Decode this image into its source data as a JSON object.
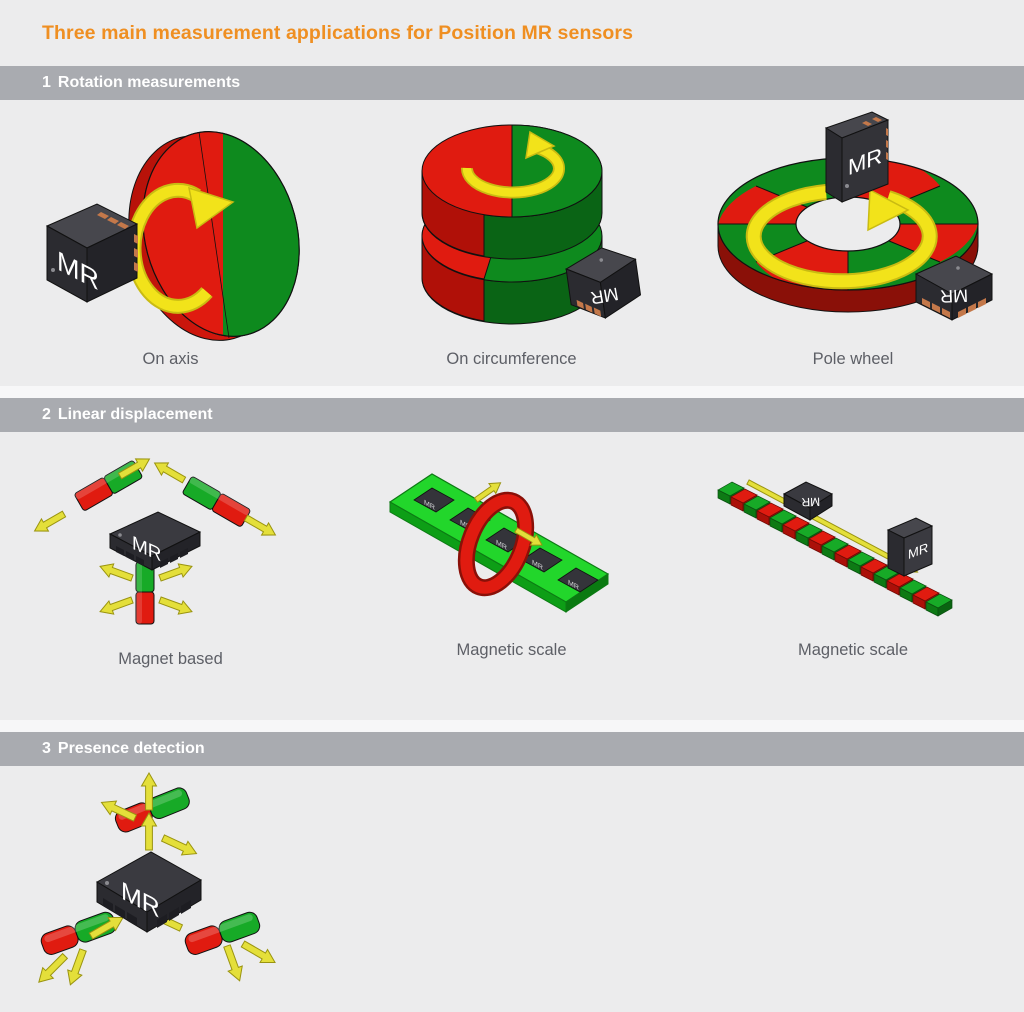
{
  "header": {
    "title": "Three main measurement applications for Position MR sensors",
    "title_color": "#ef8f22"
  },
  "palette": {
    "background": "#ececed",
    "section_bar": "#a9abb0",
    "section_bar_text": "#ffffff",
    "caption_text": "#5d5f66",
    "magnet_red": "#e01b10",
    "magnet_red_dark": "#b01008",
    "magnet_red_light": "#f0392c",
    "magnet_green": "#0e8a1e",
    "magnet_green_dark": "#0a6415",
    "magnet_green_light": "#17aa27",
    "arrow_yellow": "#f2e31a",
    "arrow_yellow_dark": "#c9bb12",
    "chip_body": "#333338",
    "chip_top": "#47474d",
    "chip_side": "#232328",
    "chip_pin": "#c4784a",
    "chip_text": "#ffffff",
    "pcb_green": "#22d62b",
    "pcb_green_dark": "#14a81b"
  },
  "sections": [
    {
      "number": "1",
      "label": "Rotation measurements",
      "items": [
        {
          "caption": "On axis",
          "figure": "on-axis",
          "chips": [
            "MR"
          ]
        },
        {
          "caption": "On circumference",
          "figure": "on-circumference",
          "chips": [
            "MR"
          ]
        },
        {
          "caption": "Pole wheel",
          "figure": "pole-wheel",
          "chips": [
            "MR",
            "MR"
          ]
        }
      ]
    },
    {
      "number": "2",
      "label": "Linear displacement",
      "items": [
        {
          "caption": "Magnet based",
          "figure": "magnet-based",
          "chips": [
            "MR"
          ]
        },
        {
          "caption": "Magnetic scale",
          "figure": "magnetic-scale-pcb",
          "chips": [
            "MR",
            "MR",
            "MR",
            "MR",
            "MR"
          ]
        },
        {
          "caption": "Magnetic scale",
          "figure": "magnetic-scale-strip",
          "chips": [
            "MR",
            "MR"
          ]
        }
      ]
    },
    {
      "number": "3",
      "label": "Presence detection",
      "items": [
        {
          "caption": "",
          "figure": "presence-detection",
          "chips": [
            "MR"
          ]
        }
      ]
    }
  ],
  "chip_label": "MR"
}
